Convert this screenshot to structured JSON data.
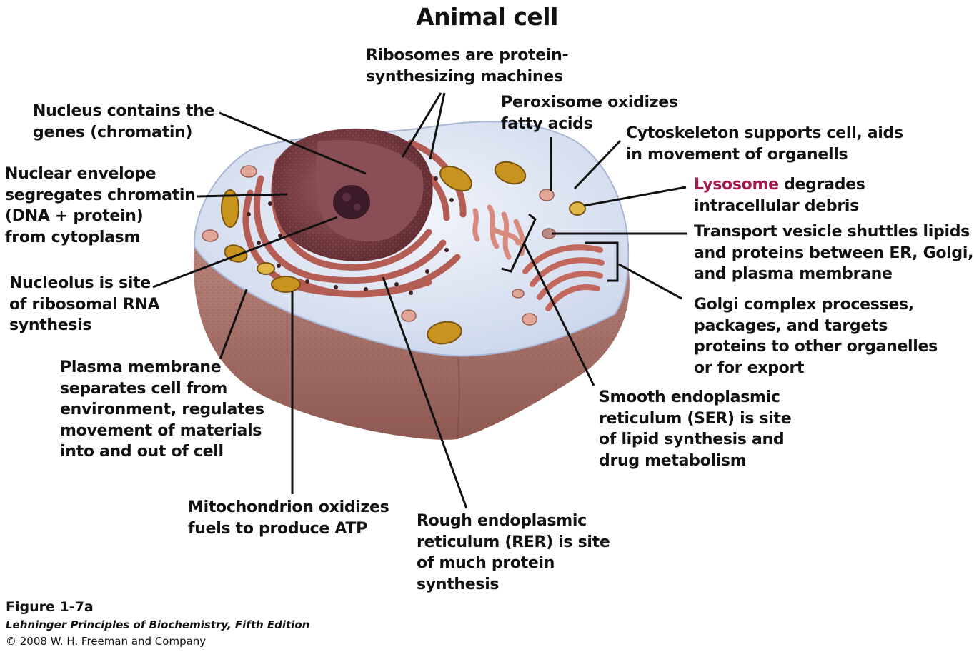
{
  "title": "Animal cell",
  "labels": {
    "ribosomes": [
      "Ribosomes are protein-",
      "synthesizing machines"
    ],
    "nucleus": [
      "Nucleus contains the",
      "genes (chromatin)"
    ],
    "peroxisome": [
      "Peroxisome oxidizes",
      "fatty acids"
    ],
    "cytoskeleton": [
      "Cytoskeleton supports cell, aids",
      "in movement of organells"
    ],
    "nuclear_envelope": [
      "Nuclear envelope",
      "segregates chromatin",
      "(DNA + protein)",
      "from cytoplasm"
    ],
    "lysosome": {
      "term": "Lysosome",
      "rest": " degrades",
      "line2": "intracellular debris"
    },
    "transport_vesicle": [
      "Transport vesicle shuttles lipids",
      "and proteins between ER, Golgi,",
      "and plasma membrane"
    ],
    "nucleolus": [
      "Nucleolus is site",
      "of ribosomal RNA",
      "synthesis"
    ],
    "golgi": [
      "Golgi complex processes,",
      "packages, and targets",
      "proteins to other organelles",
      "or for export"
    ],
    "plasma_membrane": [
      "Plasma membrane",
      "separates cell from",
      "environment, regulates",
      "movement of materials",
      "into and out of cell"
    ],
    "ser": [
      "Smooth endoplasmic",
      "reticulum (SER) is site",
      "of lipid synthesis and",
      "drug metabolism"
    ],
    "mitochondrion": [
      "Mitochondrion oxidizes",
      "fuels to produce ATP"
    ],
    "rer": [
      "Rough endoplasmic",
      "reticulum (RER) is site",
      "of much protein",
      "synthesis"
    ]
  },
  "figure": {
    "id": "Figure 1-7a",
    "book": "Lehninger Principles of Biochemistry, Fifth Edition",
    "copyright": "© 2008 W. H. Freeman and Company"
  },
  "colors": {
    "lysosome_term": "#a01a4f",
    "cytoplasm": "#dfe6f4",
    "cell_side": "#a97065",
    "nucleus": "#7a3a3f",
    "er": "#b45d55",
    "mitochondria": "#c8941f"
  }
}
